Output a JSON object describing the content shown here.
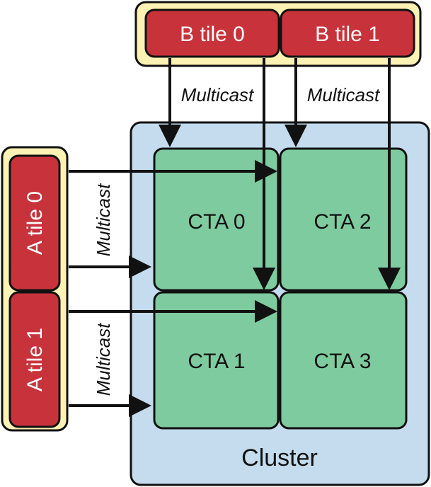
{
  "colors": {
    "tile_fill": "#c8333b",
    "tile_group_fill": "#fbf2b4",
    "cluster_fill": "#c4dcee",
    "cta_fill": "#7ecb9f",
    "stroke": "#111111"
  },
  "b_tiles": [
    "B tile 0",
    "B tile 1"
  ],
  "a_tiles": [
    "A tile 0",
    "A tile 1"
  ],
  "ctas": [
    "CTA 0",
    "CTA 1",
    "CTA 2",
    "CTA 3"
  ],
  "multicast_label": "Multicast",
  "cluster_label": "Cluster"
}
